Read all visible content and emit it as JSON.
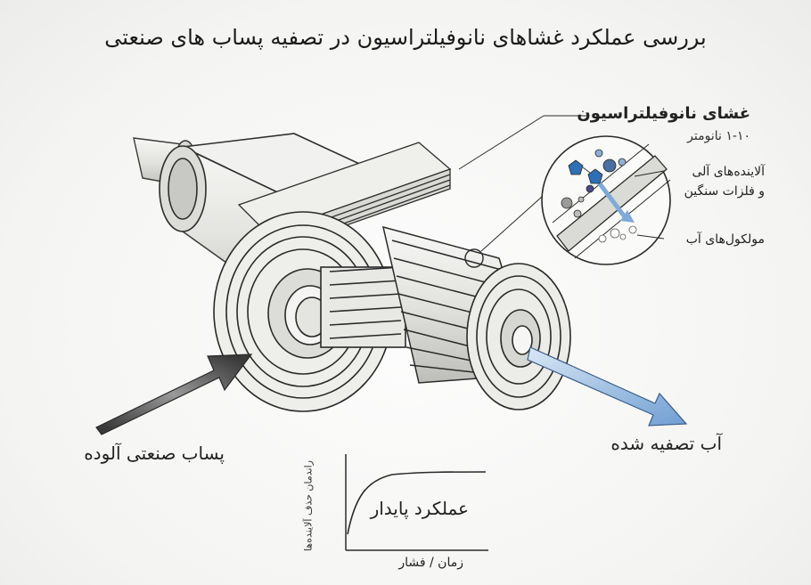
{
  "title": "بررسی عملکرد غشاهای نانوفیلتراسیون در تصفیه پساب های صنعتی",
  "callouts": {
    "membrane_title": "غشای نانوفیلتراسیون",
    "membrane_size": "۱-۱۰ نانومتر",
    "pollutants_line1": "آلاینده‌های آلی",
    "pollutants_line2": "و فلزات سنگین",
    "water_molecules": "مولکول‌های آب"
  },
  "flow": {
    "inlet_label": "پساب صنعتی آلوده",
    "outlet_label": "آب تصفیه شده"
  },
  "performance_chart": {
    "inner_label": "عملکرد پایدار",
    "x_axis_label": "زمان / فشار",
    "y_axis_label": "راندمان حذف آلاینده‌ها"
  },
  "colors": {
    "ink": "#2a2a2a",
    "water_blue": "#7fa9d6",
    "molecule_blue": "#2f6fb3",
    "molecule_dark": "#4a4a8a"
  }
}
